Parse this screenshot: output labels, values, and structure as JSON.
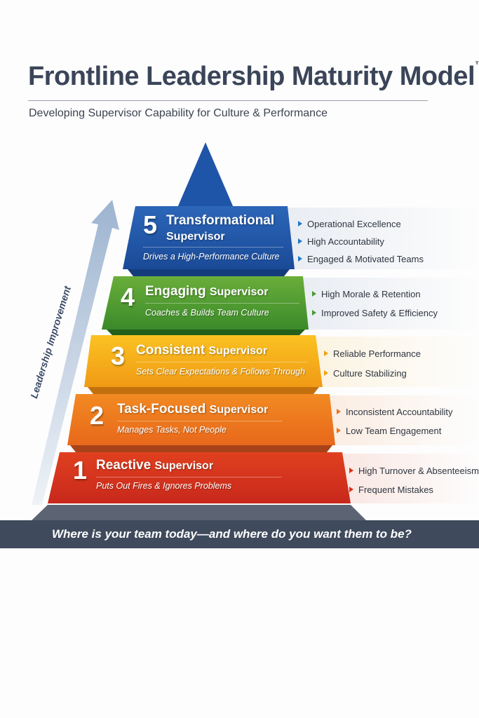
{
  "header": {
    "title": "Frontline Leadership Maturity Model",
    "trademark": "™",
    "subtitle": "Developing Supervisor Capability for Culture & Performance"
  },
  "arrow_label": "Leadership Improvement",
  "tiers": [
    {
      "number": "5",
      "name": "Transformational",
      "suffix": "Supervisor",
      "description": "Drives a High-Performance Culture",
      "color": "#1f56a8",
      "outcomes": [
        "Operational Excellence",
        "High Accountability",
        "Engaged & Motivated Teams"
      ]
    },
    {
      "number": "4",
      "name": "Engaging",
      "suffix": "Supervisor",
      "description": "Coaches & Builds Team Culture",
      "color": "#4a9a2e",
      "outcomes": [
        "High Morale & Retention",
        "Improved Safety & Efficiency"
      ]
    },
    {
      "number": "3",
      "name": "Consistent",
      "suffix": "Supervisor",
      "description": "Sets Clear Expectations & Follows Through",
      "color": "#f2a215",
      "outcomes": [
        "Reliable Performance",
        "Culture Stabilizing"
      ]
    },
    {
      "number": "2",
      "name": "Task-Focused",
      "suffix": "Supervisor",
      "description": "Manages Tasks, Not People",
      "color": "#ec741c",
      "outcomes": [
        "Inconsistent Accountability",
        "Low Team Engagement"
      ]
    },
    {
      "number": "1",
      "name": "Reactive",
      "suffix": "Supervisor",
      "description": "Puts Out Fires & Ignores Problems",
      "color": "#d8311f",
      "outcomes": [
        "High Turnover & Absenteeism",
        "Frequent Mistakes"
      ]
    }
  ],
  "footer": {
    "question": "Where is your team today—and where do you want them to be?"
  }
}
